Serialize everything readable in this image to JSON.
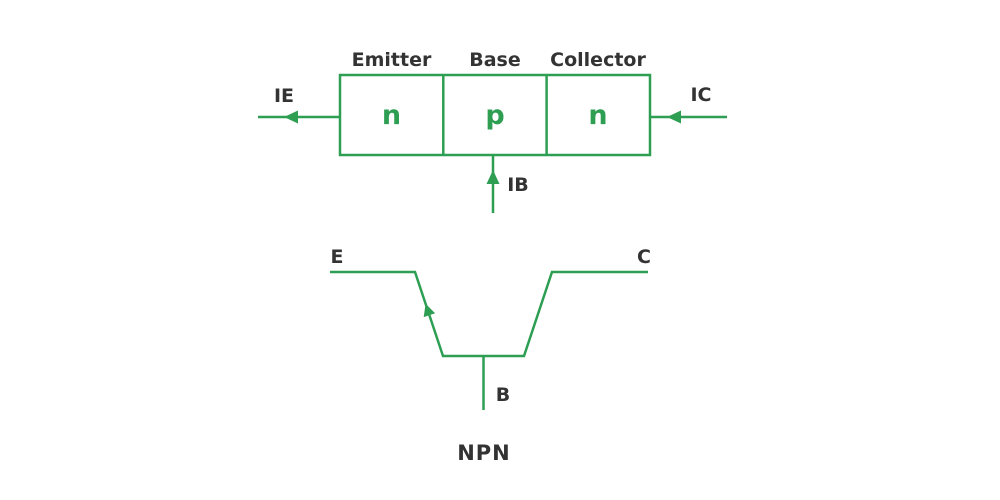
{
  "colors": {
    "line": "#2e9e53",
    "text": "#333333",
    "background": "#ffffff"
  },
  "block_diagram": {
    "regions": [
      {
        "header": "Emitter",
        "layer": "n"
      },
      {
        "header": "Base",
        "layer": "p"
      },
      {
        "header": "Collector",
        "layer": "n"
      }
    ],
    "currents": {
      "emitter": "IE",
      "collector": "IC",
      "base": "IB"
    }
  },
  "symbol": {
    "terminals": {
      "emitter": "E",
      "collector": "C",
      "base": "B"
    },
    "caption": "NPN"
  }
}
